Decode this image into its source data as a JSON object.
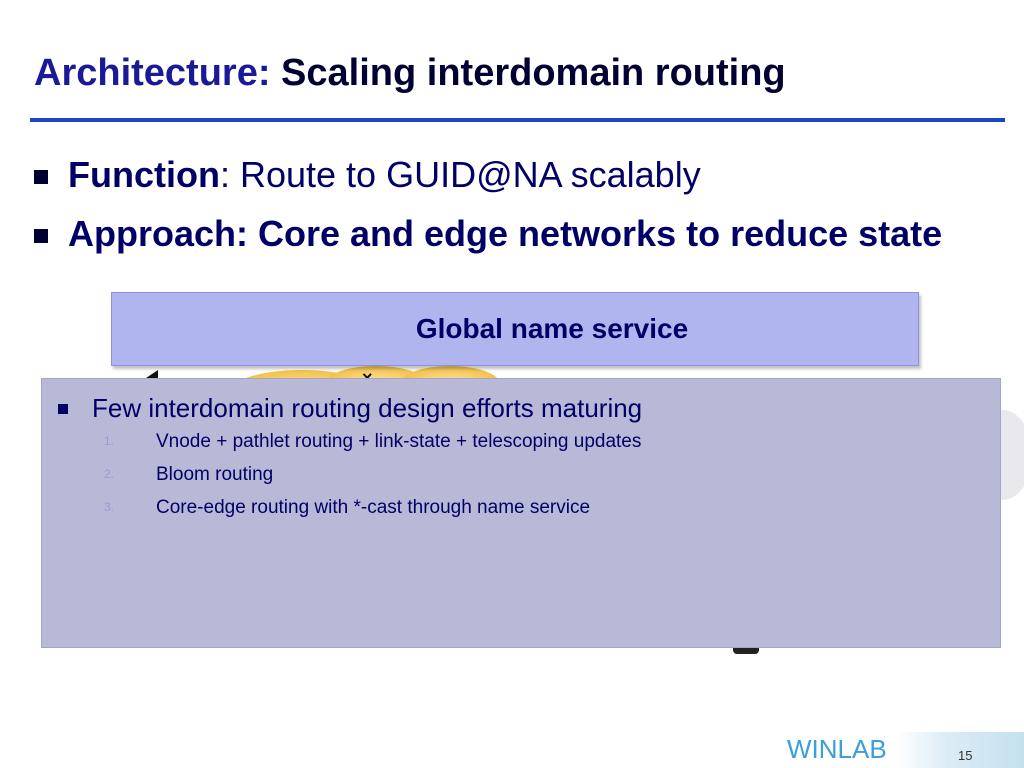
{
  "slide": {
    "title_prefix": "Architecture:",
    "title_rest": " Scaling interdomain routing",
    "bullets": [
      {
        "bold": "Function",
        "rest": ": Route to GUID@NA scalably"
      },
      {
        "bold": "Approach: Core and edge networks to reduce state",
        "rest": ""
      }
    ],
    "diagram": {
      "global_name_service": "Global name service"
    },
    "note": {
      "heading": "Few interdomain routing design efforts maturing",
      "items": [
        {
          "num": "1.",
          "text": "Vnode + pathlet routing + link-state + telescoping updates"
        },
        {
          "num": "2.",
          "text": "Bloom routing"
        },
        {
          "num": "3.",
          "text": "Core-edge routing with *-cast through name service"
        }
      ]
    },
    "footer": {
      "brand": "WINLAB",
      "page": "15"
    }
  }
}
